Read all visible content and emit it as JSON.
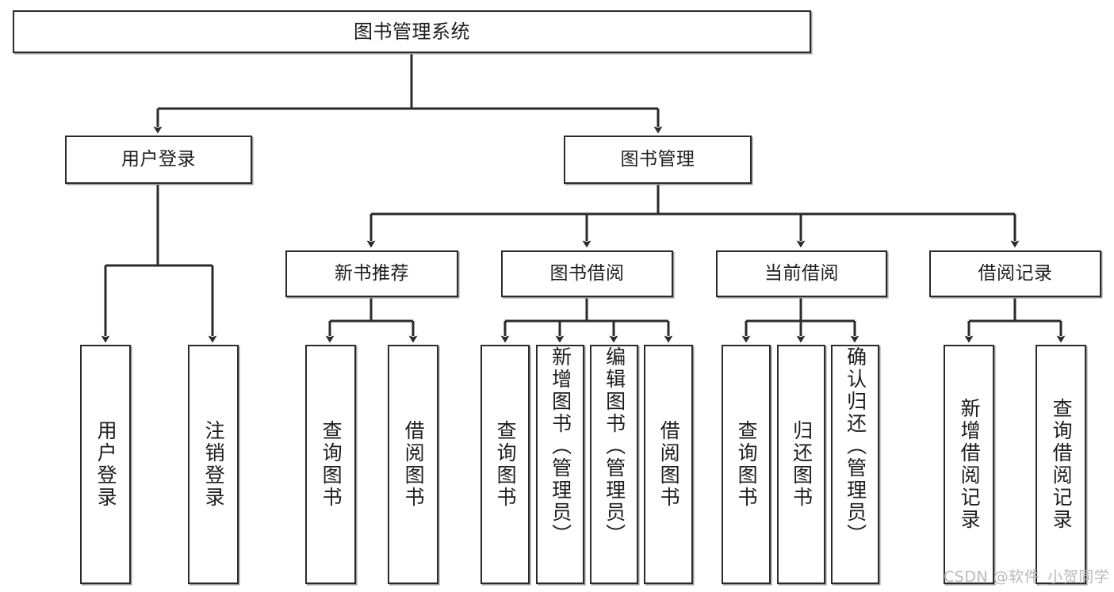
{
  "diagram": {
    "type": "tree-hierarchy",
    "title": "图书管理系统",
    "watermark": "CSDN @软件_小贺同学",
    "colors": {
      "node_border": "#2b2b2b",
      "node_fill": "#ffffff",
      "edge": "#2b2b2b",
      "shadow": "#9a9a9a",
      "text": "#1d1d1d",
      "watermark": "#b9b9b9",
      "background": "#ffffff"
    },
    "levels": [
      {
        "level": 1,
        "nodes": [
          {
            "id": "root",
            "label": "图书管理系统",
            "orientation": "horizontal"
          }
        ]
      },
      {
        "level": 2,
        "nodes": [
          {
            "id": "user-login",
            "label": "用户登录",
            "orientation": "horizontal",
            "parent": "root"
          },
          {
            "id": "book-mgmt",
            "label": "图书管理",
            "orientation": "horizontal",
            "parent": "root"
          }
        ]
      },
      {
        "level": 3,
        "nodes": [
          {
            "id": "new-book-rec",
            "label": "新书推荐",
            "orientation": "horizontal",
            "parent": "book-mgmt"
          },
          {
            "id": "book-borrow",
            "label": "图书借阅",
            "orientation": "horizontal",
            "parent": "book-mgmt"
          },
          {
            "id": "current-borrow",
            "label": "当前借阅",
            "orientation": "horizontal",
            "parent": "book-mgmt"
          },
          {
            "id": "borrow-record",
            "label": "借阅记录",
            "orientation": "horizontal",
            "parent": "book-mgmt"
          }
        ]
      },
      {
        "level": 4,
        "nodes": [
          {
            "id": "leaf-user-login",
            "label": "用户登录",
            "orientation": "vertical",
            "parent": "user-login"
          },
          {
            "id": "leaf-logout",
            "label": "注销登录",
            "orientation": "vertical",
            "parent": "user-login"
          },
          {
            "id": "leaf-query-book-1",
            "label": "查询图书",
            "orientation": "vertical",
            "parent": "new-book-rec"
          },
          {
            "id": "leaf-borrow-book-1",
            "label": "借阅图书",
            "orientation": "vertical",
            "parent": "new-book-rec"
          },
          {
            "id": "leaf-query-book-2",
            "label": "查询图书",
            "orientation": "vertical",
            "parent": "book-borrow"
          },
          {
            "id": "leaf-add-book",
            "label": "新增图书（管理员）",
            "orientation": "vertical",
            "parent": "book-borrow"
          },
          {
            "id": "leaf-edit-book",
            "label": "编辑图书（管理员）",
            "orientation": "vertical",
            "parent": "book-borrow"
          },
          {
            "id": "leaf-borrow-book-2",
            "label": "借阅图书",
            "orientation": "vertical",
            "parent": "book-borrow"
          },
          {
            "id": "leaf-query-book-3",
            "label": "查询图书",
            "orientation": "vertical",
            "parent": "current-borrow"
          },
          {
            "id": "leaf-return-book",
            "label": "归还图书",
            "orientation": "vertical",
            "parent": "current-borrow"
          },
          {
            "id": "leaf-confirm-return",
            "label": "确认归还（管理员）",
            "orientation": "vertical",
            "parent": "current-borrow"
          },
          {
            "id": "leaf-add-record",
            "label": "新增借阅记录",
            "orientation": "vertical",
            "parent": "borrow-record"
          },
          {
            "id": "leaf-query-record",
            "label": "查询借阅记录",
            "orientation": "vertical",
            "parent": "borrow-record"
          }
        ]
      }
    ]
  }
}
